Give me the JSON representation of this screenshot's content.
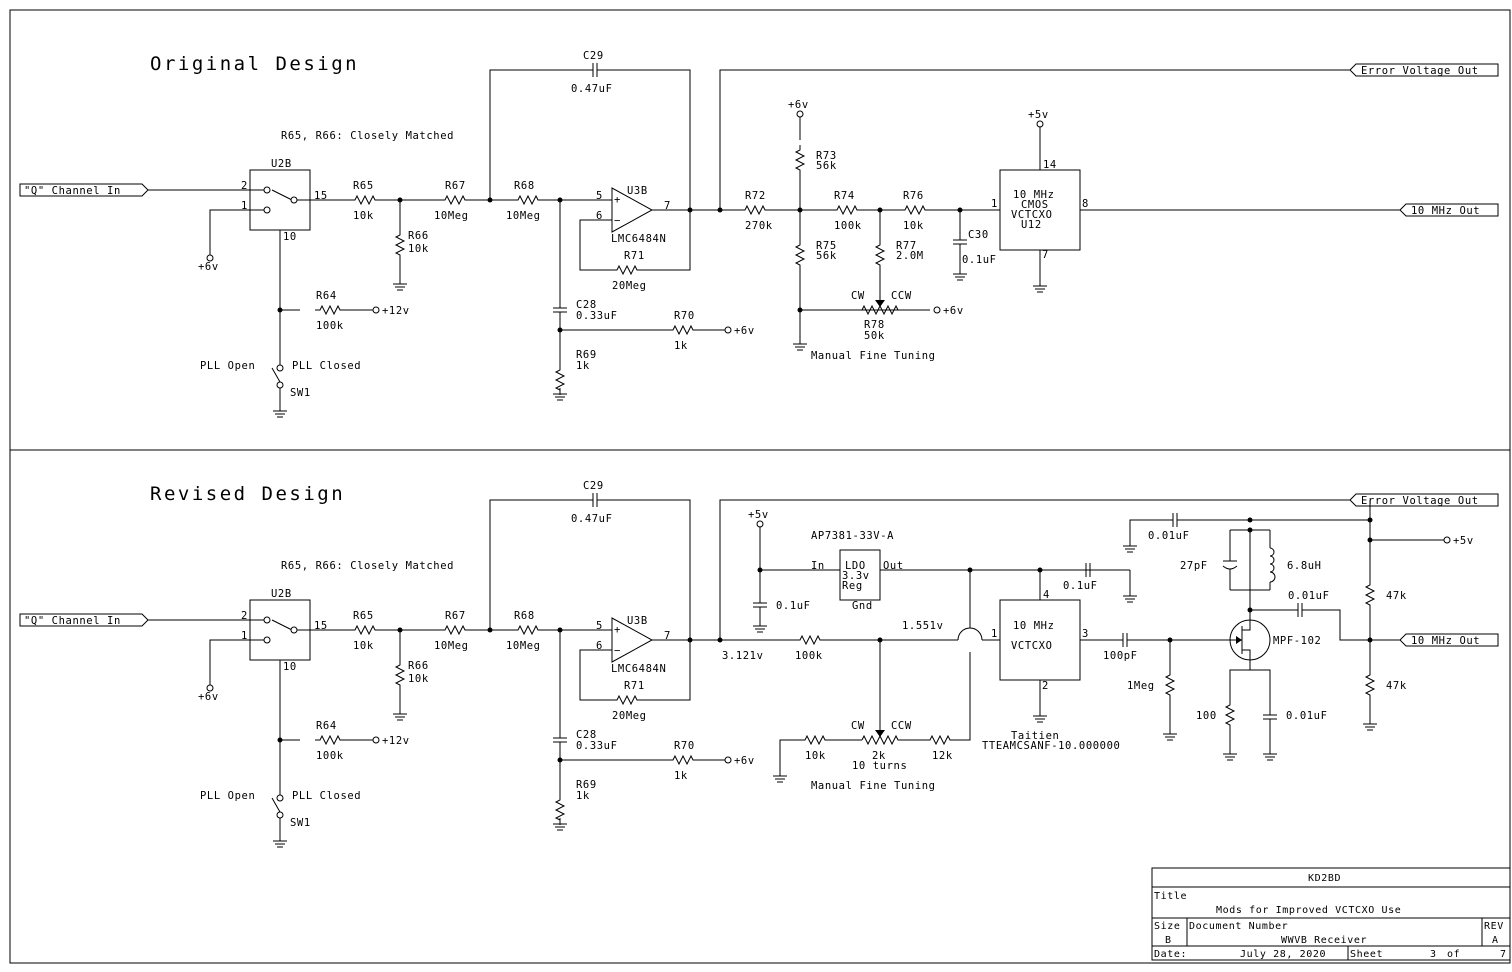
{
  "titles": {
    "top": "Original Design",
    "bottom": "Revised Design"
  },
  "ports": {
    "q_in": "\"Q\" Channel In",
    "err_out": "Error Voltage Out",
    "ten_out": "10 MHz Out"
  },
  "labels": {
    "u2b": "U2B",
    "p2": "2",
    "p1": "1",
    "p15": "15",
    "p10": "10",
    "r65": "R65",
    "r65v": "10k",
    "r66": "R66",
    "r66v": "10k",
    "r67": "R67",
    "r67v": "10Meg",
    "r68": "R68",
    "r68v": "10Meg",
    "c29": "C29",
    "c29v": "0.47uF",
    "matched": "R65, R66: Closely Matched",
    "u3b": "U3B",
    "lmc": "LMC6484N",
    "p5": "5",
    "p6": "6",
    "p7": "7",
    "plus": "+",
    "minus": "−",
    "r71": "R71",
    "r71v": "20Meg",
    "r64": "R64",
    "r64v": "100k",
    "plus12": "+12v",
    "plus6": "+6v",
    "plus5": "+5v",
    "pll_open": "PLL Open",
    "pll_closed": "PLL Closed",
    "sw1": "SW1",
    "c28": "C28",
    "c28v": "0.33uF",
    "r70": "R70",
    "r70v": "1k",
    "r69": "R69",
    "r69v": "1k",
    "r72": "R72",
    "r72v": "270k",
    "r73": "R73",
    "r73v": "56k",
    "r74": "R74",
    "r74v": "100k",
    "r75": "R75",
    "r75v": "56k",
    "r76": "R76",
    "r76v": "10k",
    "r77": "R77",
    "r77v": "2.0M",
    "cw": "CW",
    "ccw": "CCW",
    "r78": "R78",
    "r78v": "50k",
    "manual": "Manual Fine Tuning",
    "c30": "C30",
    "c30v": "0.1uF",
    "osc1": "10 MHz",
    "cmos": "CMOS",
    "vctcxo": "VCTCXO",
    "u12": "U12",
    "p14": "14",
    "p8": "8",
    "p7b": "7",
    "p4": "4",
    "p3": "3",
    "p1b": "1",
    "p2b": "2",
    "ap": "AP7381-33V-A",
    "ldo": "LDO",
    "v33": "3.3v",
    "reg": "Reg",
    "in": "In",
    "out": "Out",
    "gnd": "Gnd",
    "c01": "0.1uF",
    "c001": "0.01uF",
    "c27p": "27pF",
    "l68": "6.8uH",
    "mpf": "MPF-102",
    "r100": "100",
    "r100k": "100k",
    "c100p": "100pF",
    "r1meg": "1Meg",
    "r47k": "47k",
    "v3121": "3.121v",
    "v1551": "1.551v",
    "r10k": "10k",
    "r2k": "2k",
    "turns": "10 turns",
    "r12k": "12k",
    "taitien": "Taitien",
    "ttea": "TTEAMCSANF-10.000000"
  },
  "title_block": {
    "company": "KD2BD",
    "title_label": "Title",
    "title": "Mods for Improved VCTCXO Use",
    "size_label": "Size",
    "size": "B",
    "docnum_label": "Document Number",
    "docnum": "WWVB Receiver",
    "rev_label": "REV",
    "rev": "A",
    "date_label": "Date:",
    "date": "July 28, 2020",
    "sheet_label": "Sheet",
    "sheet": "3",
    "of_label": "of",
    "of": "7"
  }
}
